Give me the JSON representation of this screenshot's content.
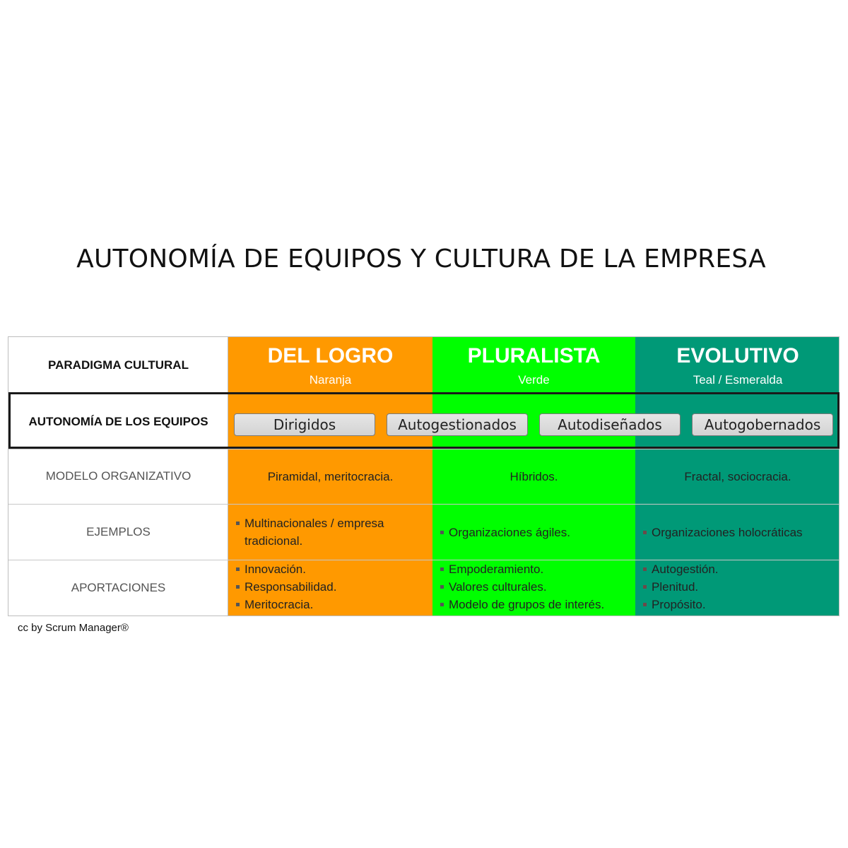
{
  "title": "AUTONOMÍA DE EQUIPOS Y CULTURA DE LA EMPRESA",
  "colors": {
    "orange": "#FF9900",
    "green": "#00FF00",
    "teal": "#009977"
  },
  "rows": {
    "paradigma": "PARADIGMA CULTURAL",
    "autonomia": "AUTONOMÍA DE LOS EQUIPOS",
    "modelo": "MODELO ORGANIZATIVO",
    "ejemplos": "EJEMPLOS",
    "aportaciones": "APORTACIONES"
  },
  "columns": [
    {
      "title": "DEL  LOGRO",
      "subtitle": "Naranja",
      "modelo": "Piramidal,  meritocracia.",
      "ejemplos": [
        "Multinacionales / empresa tradicional."
      ],
      "aportaciones": [
        "Innovación.",
        "Responsabilidad.",
        "Meritocracia."
      ]
    },
    {
      "title": "PLURALISTA",
      "subtitle": "Verde",
      "modelo": "Híbridos.",
      "ejemplos": [
        "Organizaciones ágiles."
      ],
      "aportaciones": [
        "Empoderamiento.",
        "Valores culturales.",
        "Modelo de grupos de interés."
      ]
    },
    {
      "title": "EVOLUTIVO",
      "subtitle": "Teal / Esmeralda",
      "modelo": "Fractal,  sociocracia.",
      "ejemplos": [
        "Organizaciones holocráticas"
      ],
      "aportaciones": [
        "Autogestión.",
        "Plenitud.",
        "Propósito."
      ]
    }
  ],
  "autonomy_levels": [
    "Dirigidos",
    "Autogestionados",
    "Autodiseñados",
    "Autogobernados"
  ],
  "footer": "cc by Scrum Manager®"
}
